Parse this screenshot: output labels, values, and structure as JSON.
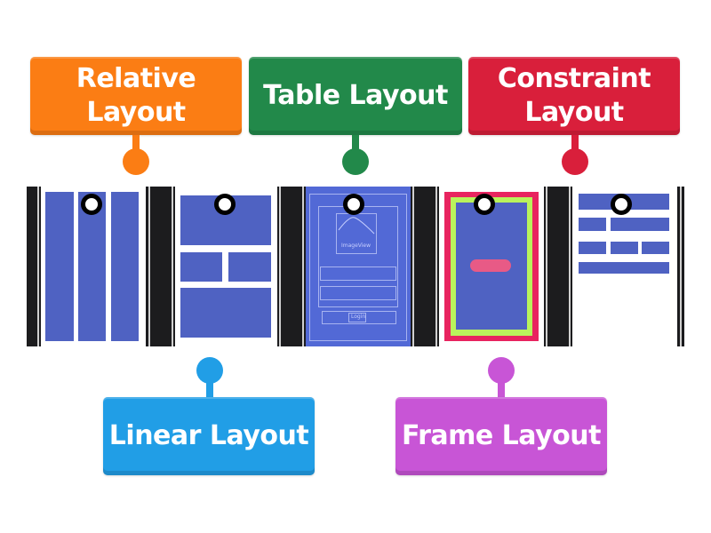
{
  "labels": {
    "relative": {
      "text": "Relative Layout",
      "line1": "Relative",
      "line2": "Layout",
      "color": "#fb7d14"
    },
    "table": {
      "text": "Table Layout",
      "color": "#22894a"
    },
    "constraint": {
      "text": "Constraint Layout",
      "line1": "Constraint",
      "line2": "Layout",
      "color": "#d91f3b"
    },
    "linear": {
      "text": "Linear Layout",
      "color": "#219ee6"
    },
    "frame": {
      "text": "Frame Layout",
      "color": "#c855d6"
    }
  },
  "image": {
    "panels": [
      "three-column",
      "stacked-blocks",
      "blueprint",
      "frame",
      "rows-grid"
    ],
    "blueprint_imageview_text": "ImageView",
    "blueprint_button_text": "Login",
    "block_color": "#4f62c2",
    "frame_outer_color": "#e8245f",
    "frame_inner_color": "#b9f35c"
  }
}
